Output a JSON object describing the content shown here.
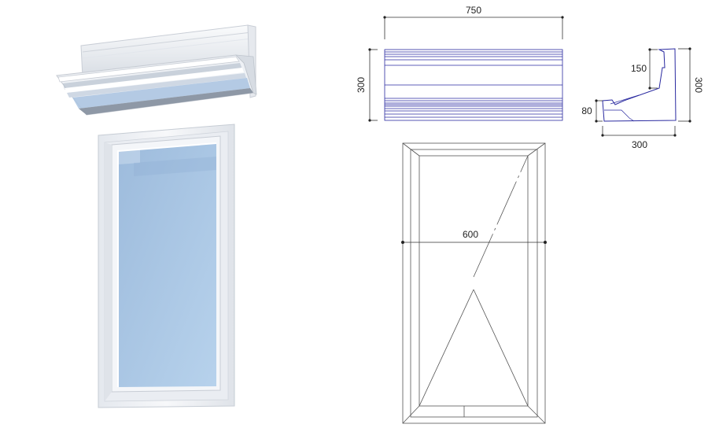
{
  "drawing": {
    "cornice_front": {
      "width_label": "750",
      "height_label": "300"
    },
    "cornice_profile": {
      "top_label": "150",
      "height_label": "300",
      "bottom_label": "80",
      "depth_label": "300"
    },
    "window_elevation": {
      "width_label": "600"
    }
  },
  "colors": {
    "linework": "#2a2aa0",
    "dimension_line": "#333333",
    "glass": "#a9c5e3",
    "frame_white": "#f2f4f7"
  }
}
